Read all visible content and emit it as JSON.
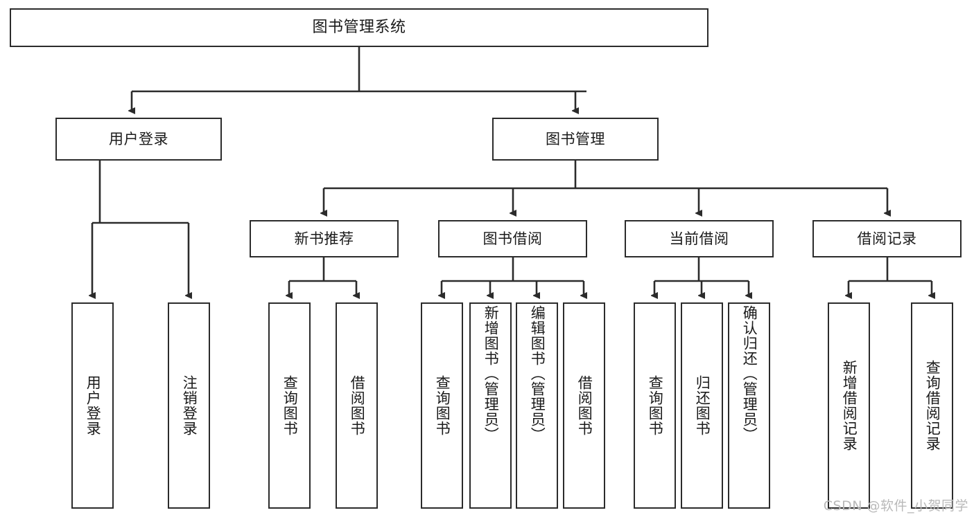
{
  "diagram": {
    "title": "图书管理系统",
    "type": "tree-hierarchy-chart",
    "watermark": "CSDN @软件_小贺同学",
    "colors": {
      "background": "#ffffff",
      "box_border": "#2b2b2b",
      "box_fill": "#ffffff",
      "connector": "#2b2b2b",
      "text": "#1a1a1a",
      "watermark": "#b9b9b9"
    },
    "root": {
      "label": "图书管理系统"
    },
    "level2": [
      {
        "label": "用户登录"
      },
      {
        "label": "图书管理"
      }
    ],
    "level3": [
      {
        "label": "新书推荐"
      },
      {
        "label": "图书借阅"
      },
      {
        "label": "当前借阅"
      },
      {
        "label": "借阅记录"
      }
    ],
    "leaves": {
      "user_login": [
        {
          "label": "用户登录"
        },
        {
          "label": "注销登录"
        }
      ],
      "new_book_recommend": [
        {
          "label": "查询图书"
        },
        {
          "label": "借阅图书"
        }
      ],
      "book_borrow": [
        {
          "label": "查询图书"
        },
        {
          "label": "新增图书（管理员）"
        },
        {
          "label": "编辑图书（管理员）"
        },
        {
          "label": "借阅图书"
        }
      ],
      "current_borrow": [
        {
          "label": "查询图书"
        },
        {
          "label": "归还图书"
        },
        {
          "label": "确认归还（管理员）"
        }
      ],
      "borrow_records": [
        {
          "label": "新增借阅记录"
        },
        {
          "label": "查询借阅记录"
        }
      ]
    }
  }
}
